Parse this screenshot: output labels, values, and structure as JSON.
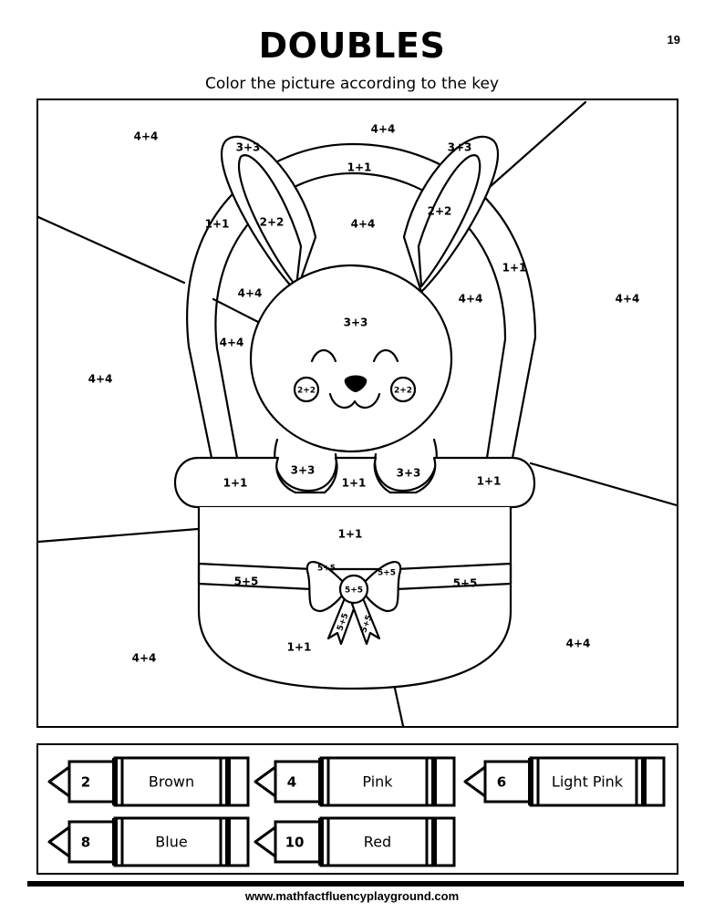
{
  "page": {
    "title": "DOUBLES",
    "page_number": "19",
    "instructions": "Color the picture according to the key",
    "footer": "www.mathfactfluencyplayground.com"
  },
  "picture": {
    "labels": {
      "bg_top_left": "4+4",
      "bg_top_center": "4+4",
      "bg_right": "4+4",
      "bg_left": "4+4",
      "bg_bottom_left": "4+4",
      "bg_bottom_right": "4+4",
      "ear_left_outer": "3+3",
      "ear_right_outer": "3+3",
      "ear_left_inner": "2+2",
      "ear_right_inner": "2+2",
      "handle_top": "1+1",
      "handle_left": "1+1",
      "handle_right": "1+1",
      "inside_center": "4+4",
      "inside_left_a": "4+4",
      "inside_left_b": "4+4",
      "inside_right": "4+4",
      "head": "3+3",
      "cheek_left": "2+2",
      "cheek_right": "2+2",
      "paw_left": "3+3",
      "paw_right": "3+3",
      "rim_left": "1+1",
      "rim_center": "1+1",
      "rim_right": "1+1",
      "basket_upper": "1+1",
      "basket_lower": "1+1",
      "band_left": "5+5",
      "band_right": "5+5",
      "bow_left": "5+5",
      "bow_right": "5+5",
      "bow_center": "5+5",
      "ribbon_left": "5+5",
      "ribbon_right": "5+5"
    }
  },
  "key": {
    "crayons": [
      {
        "number": "2",
        "color": "Brown"
      },
      {
        "number": "4",
        "color": "Pink"
      },
      {
        "number": "6",
        "color": "Light Pink"
      },
      {
        "number": "8",
        "color": "Blue"
      },
      {
        "number": "10",
        "color": "Red"
      }
    ]
  }
}
